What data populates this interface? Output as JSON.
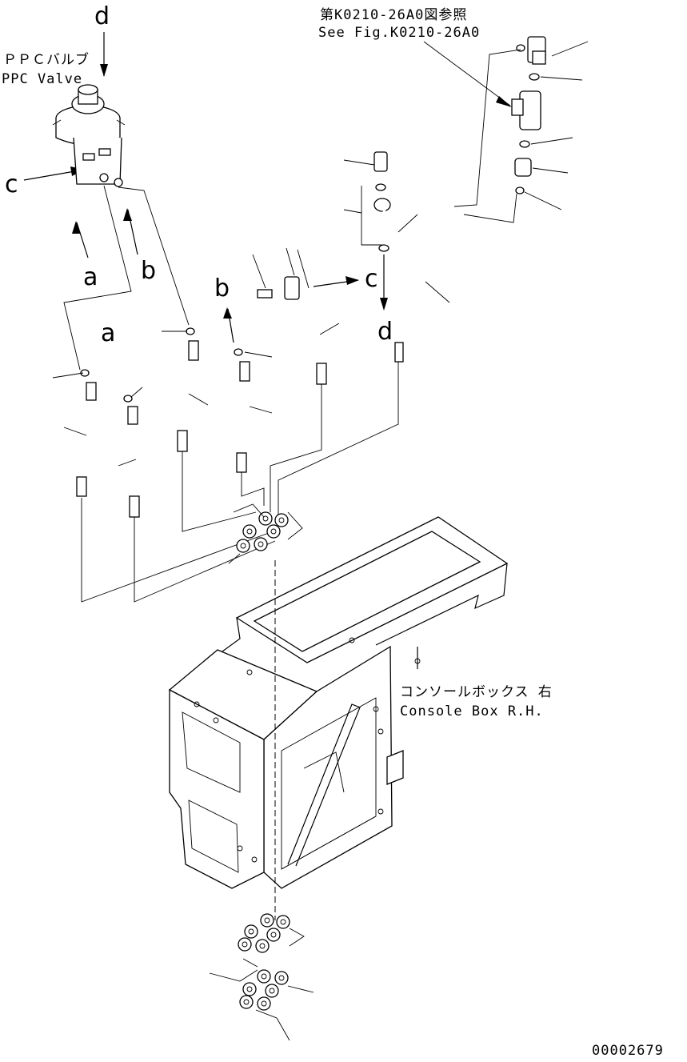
{
  "labels": {
    "ppc_jp": "ＰＰＣバルブ",
    "ppc_en": "PPC Valve",
    "ref_jp": "第K0210-26A0図参照",
    "ref_en": "See Fig.K0210-26A0",
    "console_jp": "コンソールボックス 右",
    "console_en": "Console Box R.H.",
    "drawing_no": "00002679"
  },
  "letters": {
    "d_top": "d",
    "c_left": "c",
    "a_upper": "a",
    "b_upper": "b",
    "a_lower": "a",
    "b_mid": "b",
    "c_mid": "c",
    "d_mid": "d"
  }
}
